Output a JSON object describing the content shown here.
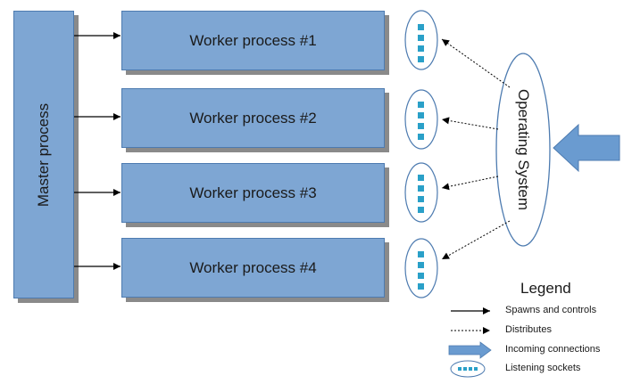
{
  "diagram": {
    "master": {
      "label": "Master process"
    },
    "workers": [
      {
        "label": "Worker process #1"
      },
      {
        "label": "Worker process #2"
      },
      {
        "label": "Worker process #3"
      },
      {
        "label": "Worker process #4"
      }
    ],
    "os": {
      "label": "Operating System"
    }
  },
  "legend": {
    "title": "Legend",
    "items": [
      {
        "label": "Spawns and controls",
        "icon": "solid-arrow-icon"
      },
      {
        "label": "Distributes",
        "icon": "dotted-arrow-icon"
      },
      {
        "label": "Incoming connections",
        "icon": "thick-arrow-icon"
      },
      {
        "label": "Listening sockets",
        "icon": "socket-ellipse-icon"
      }
    ]
  },
  "colors": {
    "box_fill": "#7ea6d3",
    "box_border": "#4d7bb0",
    "shadow": "#8a8a8a",
    "socket_fill": "#2aa0c8",
    "incoming_arrow": "#6a9bd0"
  }
}
